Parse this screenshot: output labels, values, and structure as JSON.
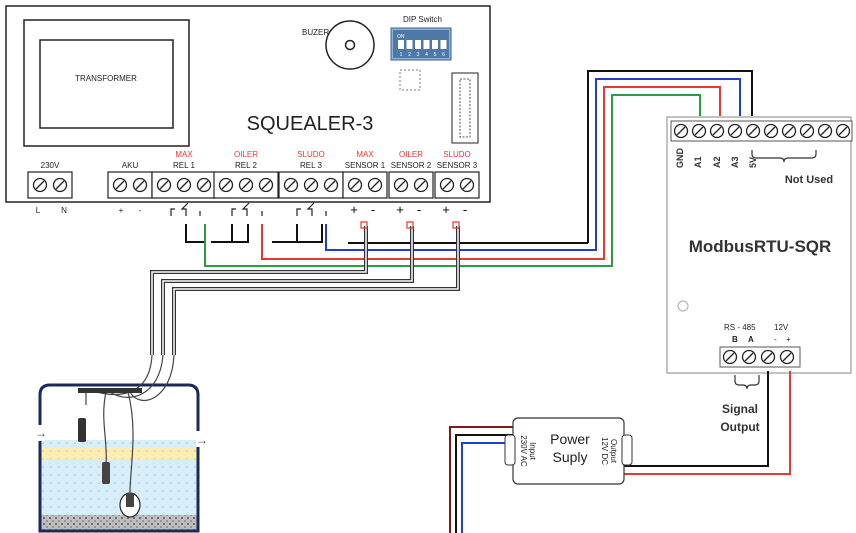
{
  "controller": {
    "buzzer_label": "BUZER",
    "dip_label": "DIP Switch",
    "dip_on": "ON",
    "dip_numbers": [
      "1",
      "2",
      "3",
      "4",
      "5",
      "6"
    ],
    "transformer_label": "TRANSFORMER",
    "name": "SQUEALER-3",
    "terminals": [
      {
        "top": "",
        "bottom": "230V"
      },
      {
        "top": "",
        "bottom": "AKU"
      },
      {
        "top": "MAX",
        "bottom": "REL 1"
      },
      {
        "top": "OILER",
        "bottom": "REL 2"
      },
      {
        "top": "SLUDO",
        "bottom": "REL 3"
      },
      {
        "top": "MAX",
        "bottom": "SENSOR 1"
      },
      {
        "top": "OILER",
        "bottom": "SENSOR 2"
      },
      {
        "top": "SLUDO",
        "bottom": "SENSOR 3"
      }
    ],
    "l_label": "L",
    "n_label": "N",
    "aku_plus": "+",
    "aku_minus": "-",
    "sensor_plus": "+",
    "sensor_minus": "-"
  },
  "module": {
    "name": "ModbusRTU-SQR",
    "pins": [
      "GND",
      "A1",
      "A2",
      "A3",
      "5V"
    ],
    "not_used": "Not Used",
    "rs485": "RS - 485",
    "v12": "12V",
    "b": "B",
    "a": "A",
    "minus": "-",
    "plus": "+",
    "signal_output_line1": "Signal",
    "signal_output_line2": "Output"
  },
  "power_supply": {
    "title_line1": "Power",
    "title_line2": "Suply",
    "input_line1": "Input",
    "input_line2": "230V AC",
    "output_line1": "Output",
    "output_line2": "12V DC"
  },
  "colors": {
    "wire_red": "#e53935",
    "wire_blue": "#1e3fd1",
    "wire_green": "#2e9b3e",
    "wire_black": "#111111",
    "wire_gray": "#333333",
    "label_red": "#e53935",
    "tank_water": "#cfeaf8",
    "tank_oil": "#fbe9a6",
    "tank_border": "#1b2a5a"
  }
}
